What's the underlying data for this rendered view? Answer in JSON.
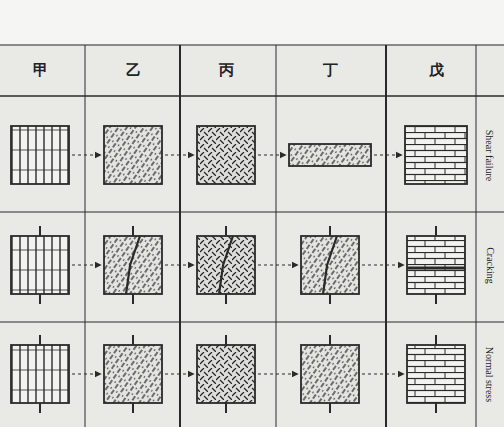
{
  "diagram": {
    "labels": [
      "甲",
      "乙",
      "丙",
      "丁",
      "戊",
      "Shear failure",
      "Cracking",
      "Normal stress"
    ]
  }
}
